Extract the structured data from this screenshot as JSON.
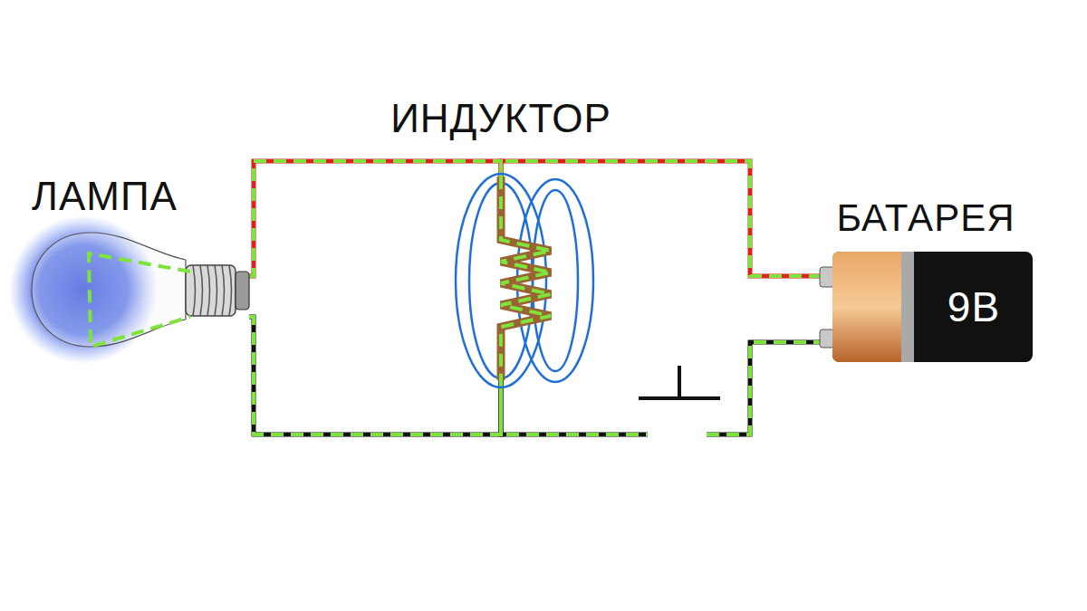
{
  "diagram": {
    "nodes": [
      {
        "text": [
          "ЛАМПА"
        ]
      },
      {
        "text": [
          "ИНДУКТОР"
        ]
      },
      {
        "text": [
          "БАТАРЕЯ",
          "9В"
        ]
      }
    ],
    "edges": [
      {
        "from": 0,
        "to": 1,
        "arrow": "none"
      },
      {
        "from": 1,
        "to": 2,
        "arrow": "none"
      },
      {
        "from": 0,
        "to": 1,
        "arrow": "none"
      },
      {
        "from": 1,
        "to": 2,
        "arrow": "none"
      }
    ]
  }
}
